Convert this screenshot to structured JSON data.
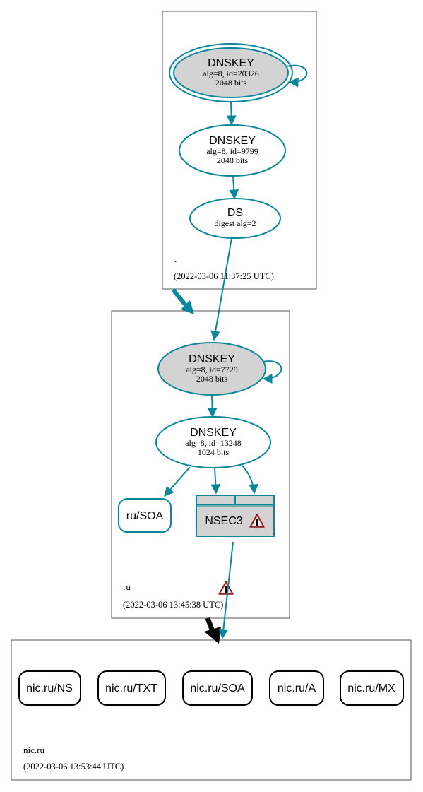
{
  "colors": {
    "edge": "#0a879a",
    "node_fill": "#d3d3d3",
    "zone_border": "#555555",
    "warning_red": "#cc2222",
    "delegation_arrow": "#000000"
  },
  "zones": {
    "root": {
      "name": ".",
      "timestamp": "(2022-03-06 11:37:25 UTC)",
      "ksk": {
        "title": "DNSKEY",
        "line1": "alg=8, id=20326",
        "line2": "2048 bits"
      },
      "zsk": {
        "title": "DNSKEY",
        "line1": "alg=8, id=9799",
        "line2": "2048 bits"
      },
      "ds": {
        "title": "DS",
        "line1": "digest alg=2"
      }
    },
    "ru": {
      "name": "ru",
      "timestamp": "(2022-03-06 13:45:38 UTC)",
      "ksk": {
        "title": "DNSKEY",
        "line1": "alg=8, id=7729",
        "line2": "2048 bits"
      },
      "zsk": {
        "title": "DNSKEY",
        "line1": "alg=8, id=13248",
        "line2": "1024 bits"
      },
      "soa": "ru/SOA",
      "nsec3": "NSEC3",
      "warning_icon": "warning-triangle-icon"
    },
    "nic": {
      "name": "nic.ru",
      "timestamp": "(2022-03-06 13:53:44 UTC)",
      "records": [
        "nic.ru/NS",
        "nic.ru/TXT",
        "nic.ru/SOA",
        "nic.ru/A",
        "nic.ru/MX"
      ]
    }
  }
}
